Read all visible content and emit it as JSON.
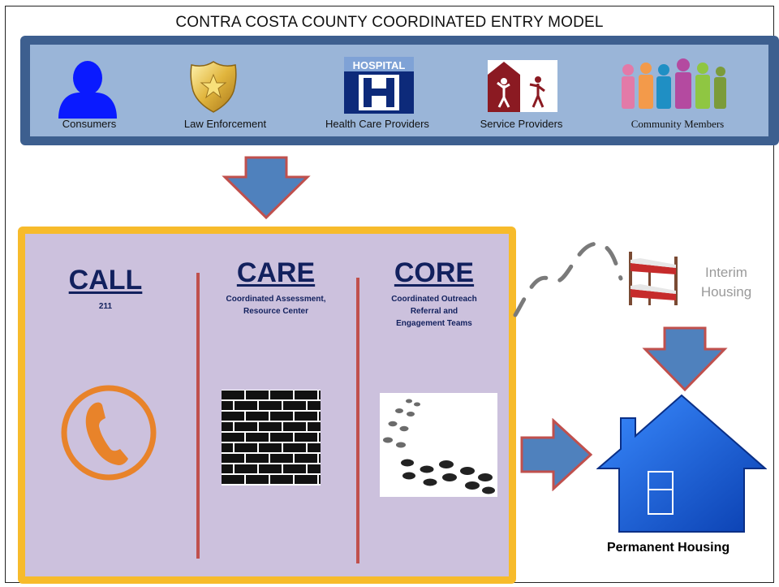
{
  "title": "CONTRA COSTA COUNTY COORDINATED ENTRY MODEL",
  "entry_points": [
    {
      "label": "Consumers",
      "icon": "person-icon"
    },
    {
      "label": "Law Enforcement",
      "icon": "police-badge-icon"
    },
    {
      "label": "Health Care Providers",
      "icon": "hospital-icon"
    },
    {
      "label": "Service Providers",
      "icon": "service-providers-icon"
    },
    {
      "label": "Community Members",
      "icon": "community-people-icon"
    }
  ],
  "components": [
    {
      "heading": "CALL",
      "subtitle": "211",
      "icon": "phone-icon"
    },
    {
      "heading": "CARE",
      "subtitle_lines": [
        "Coordinated Assessment,",
        "Resource Center"
      ],
      "icon": "brick-wall-icon"
    },
    {
      "heading": "CORE",
      "subtitle_lines": [
        "Coordinated Outreach",
        "Referral and",
        "Engagement Teams"
      ],
      "icon": "footprints-icon"
    }
  ],
  "interim": {
    "lines": [
      "Interim",
      "Housing"
    ],
    "icon": "bunk-bed-icon"
  },
  "permanent": {
    "label": "Permanent Housing",
    "icon": "house-icon"
  },
  "colors": {
    "band_outer": "#3d5f8f",
    "band_inner": "#9ab5d8",
    "arrow_fill": "#4f81bd",
    "arrow_stroke": "#c0504d",
    "model_border": "#f7bb2b",
    "model_fill": "#ccc1dd",
    "heading": "#12215e",
    "phone": "#e8832a",
    "house": "#1f5fd6"
  }
}
